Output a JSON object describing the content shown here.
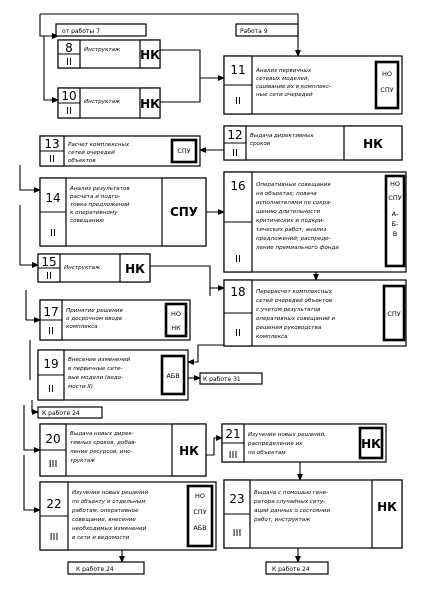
{
  "nodes": [
    {
      "id": "n8",
      "num": "8",
      "rank": "II",
      "desc": [
        "Инструктаж"
      ],
      "code": "НК"
    },
    {
      "id": "n10",
      "num": "10",
      "rank": "II",
      "desc": [
        "Инструктаж"
      ],
      "code": "НК"
    },
    {
      "id": "n11",
      "num": "11",
      "rank": "II",
      "desc": [
        "Анализ первичных",
        "сетевых моделей,",
        "сшивание их в комплекс-",
        "ные сети очередей"
      ],
      "code": "НО СПУ"
    },
    {
      "id": "n13",
      "num": "13",
      "rank": "II",
      "desc": [
        "Расчет комплексных",
        "сетей очередей",
        "объектов"
      ],
      "code": "СПУ"
    },
    {
      "id": "n12",
      "num": "12",
      "rank": "II",
      "desc": [
        "Выдача директивных",
        "сроков"
      ],
      "code": "НК"
    },
    {
      "id": "n14",
      "num": "14",
      "rank": "II",
      "desc": [
        "Анализ результатов",
        "расчета и подго-",
        "товка предложений",
        "к оперативному",
        "совещанию"
      ],
      "code": "СПУ"
    },
    {
      "id": "n16",
      "num": "16",
      "rank": "II",
      "desc": [
        "Оперативные совещания",
        "на объектах; повача",
        "исполнителями по сокра-",
        "щению длительности",
        "критических и подкри-",
        "тических работ; анализ",
        "предложений; распреде-",
        "ление премиального фонда"
      ],
      "code": "НО СПУ А-Б-В"
    },
    {
      "id": "n15",
      "num": "15",
      "rank": "II",
      "desc": [
        "Инструктаж"
      ],
      "code": "НК"
    },
    {
      "id": "n17",
      "num": "17",
      "rank": "II",
      "desc": [
        "Принятие решения",
        "о досрочном вводе",
        "комплекса"
      ],
      "code": "НО НК"
    },
    {
      "id": "n18",
      "num": "18",
      "rank": "II",
      "desc": [
        "Перерасчет комплексных",
        "сетей очередей объектов",
        "с учетом результатов",
        "оперативных совещаний и",
        "решения руководства",
        "комплекса"
      ],
      "code": "СПУ"
    },
    {
      "id": "n19",
      "num": "19",
      "rank": "II",
      "desc": [
        "Внесение изменений",
        "в первичные сете-",
        "вые модели (ведо-",
        "мости II)"
      ],
      "code": "АБВ"
    },
    {
      "id": "n20",
      "num": "20",
      "rank": "III",
      "desc": [
        "Выдача новых дирек-",
        "тивных сроков, добав-",
        "ление ресурсов, инс-",
        "труктаж"
      ],
      "code": "НК"
    },
    {
      "id": "n21",
      "num": "21",
      "rank": "III",
      "desc": [
        "Изучение новых решений,",
        "распределение их",
        "по объектам"
      ],
      "code": "НК"
    },
    {
      "id": "n22",
      "num": "22",
      "rank": "III",
      "desc": [
        "Изучение новых решений",
        "по объекту и отдельным",
        "работам, оперативное",
        "совещание, внесение",
        "необходимых изменений",
        "в сети и ведомости"
      ],
      "code": "НО СПУ АБВ"
    },
    {
      "id": "n23",
      "num": "23",
      "rank": "III",
      "desc": [
        "Выдача с помощью гене-",
        "ратора случайных ситу-",
        "аций данных о состоянии",
        "работ, инструктаж"
      ],
      "code": "НК"
    }
  ],
  "external": {
    "from_work_7": "от работы 7",
    "to_work_9": "Работа 9",
    "to_work_31": "К работе 31",
    "to_work_24_a": "К работе 24",
    "to_work_24_b": "К работе 24",
    "to_work_24_c": "К работе 24"
  }
}
